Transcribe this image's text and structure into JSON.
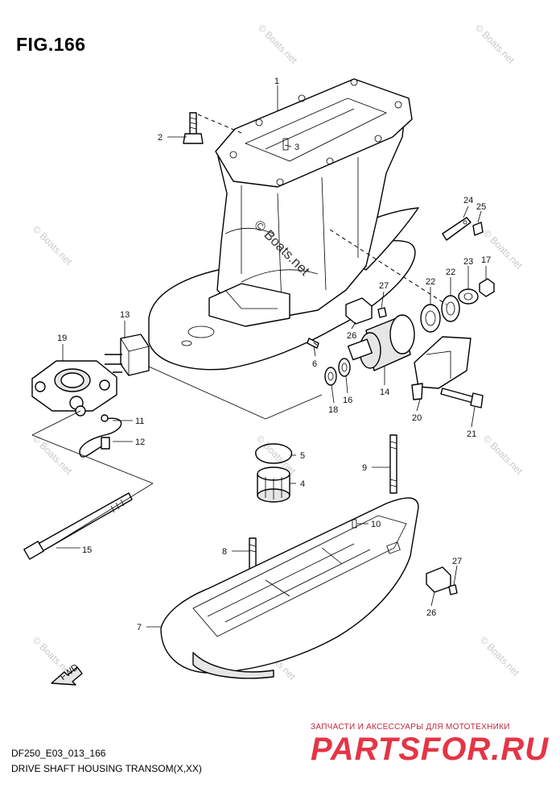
{
  "figure": {
    "title": "FIG.166",
    "code": "DF250_E03_013_166",
    "caption": "DRIVE SHAFT HOUSING TRANSOM(X,XX)"
  },
  "callouts": [
    "1",
    "2",
    "3",
    "4",
    "5",
    "6",
    "7",
    "8",
    "9",
    "10",
    "11",
    "12",
    "13",
    "14",
    "15",
    "16",
    "17",
    "18",
    "19",
    "20",
    "21",
    "22",
    "22",
    "23",
    "24",
    "25",
    "26",
    "26",
    "27",
    "27"
  ],
  "watermark": {
    "text": "© Boats.net",
    "color": "#c9c9c9"
  },
  "direction_mark": "FWD",
  "shop": {
    "subtitle": "ЗАПЧАСТИ И АКСЕССУАРЫ ДЛЯ МОТОТЕХНИКИ",
    "logo": "PARTSFOR.RU",
    "color": "#e43546"
  }
}
